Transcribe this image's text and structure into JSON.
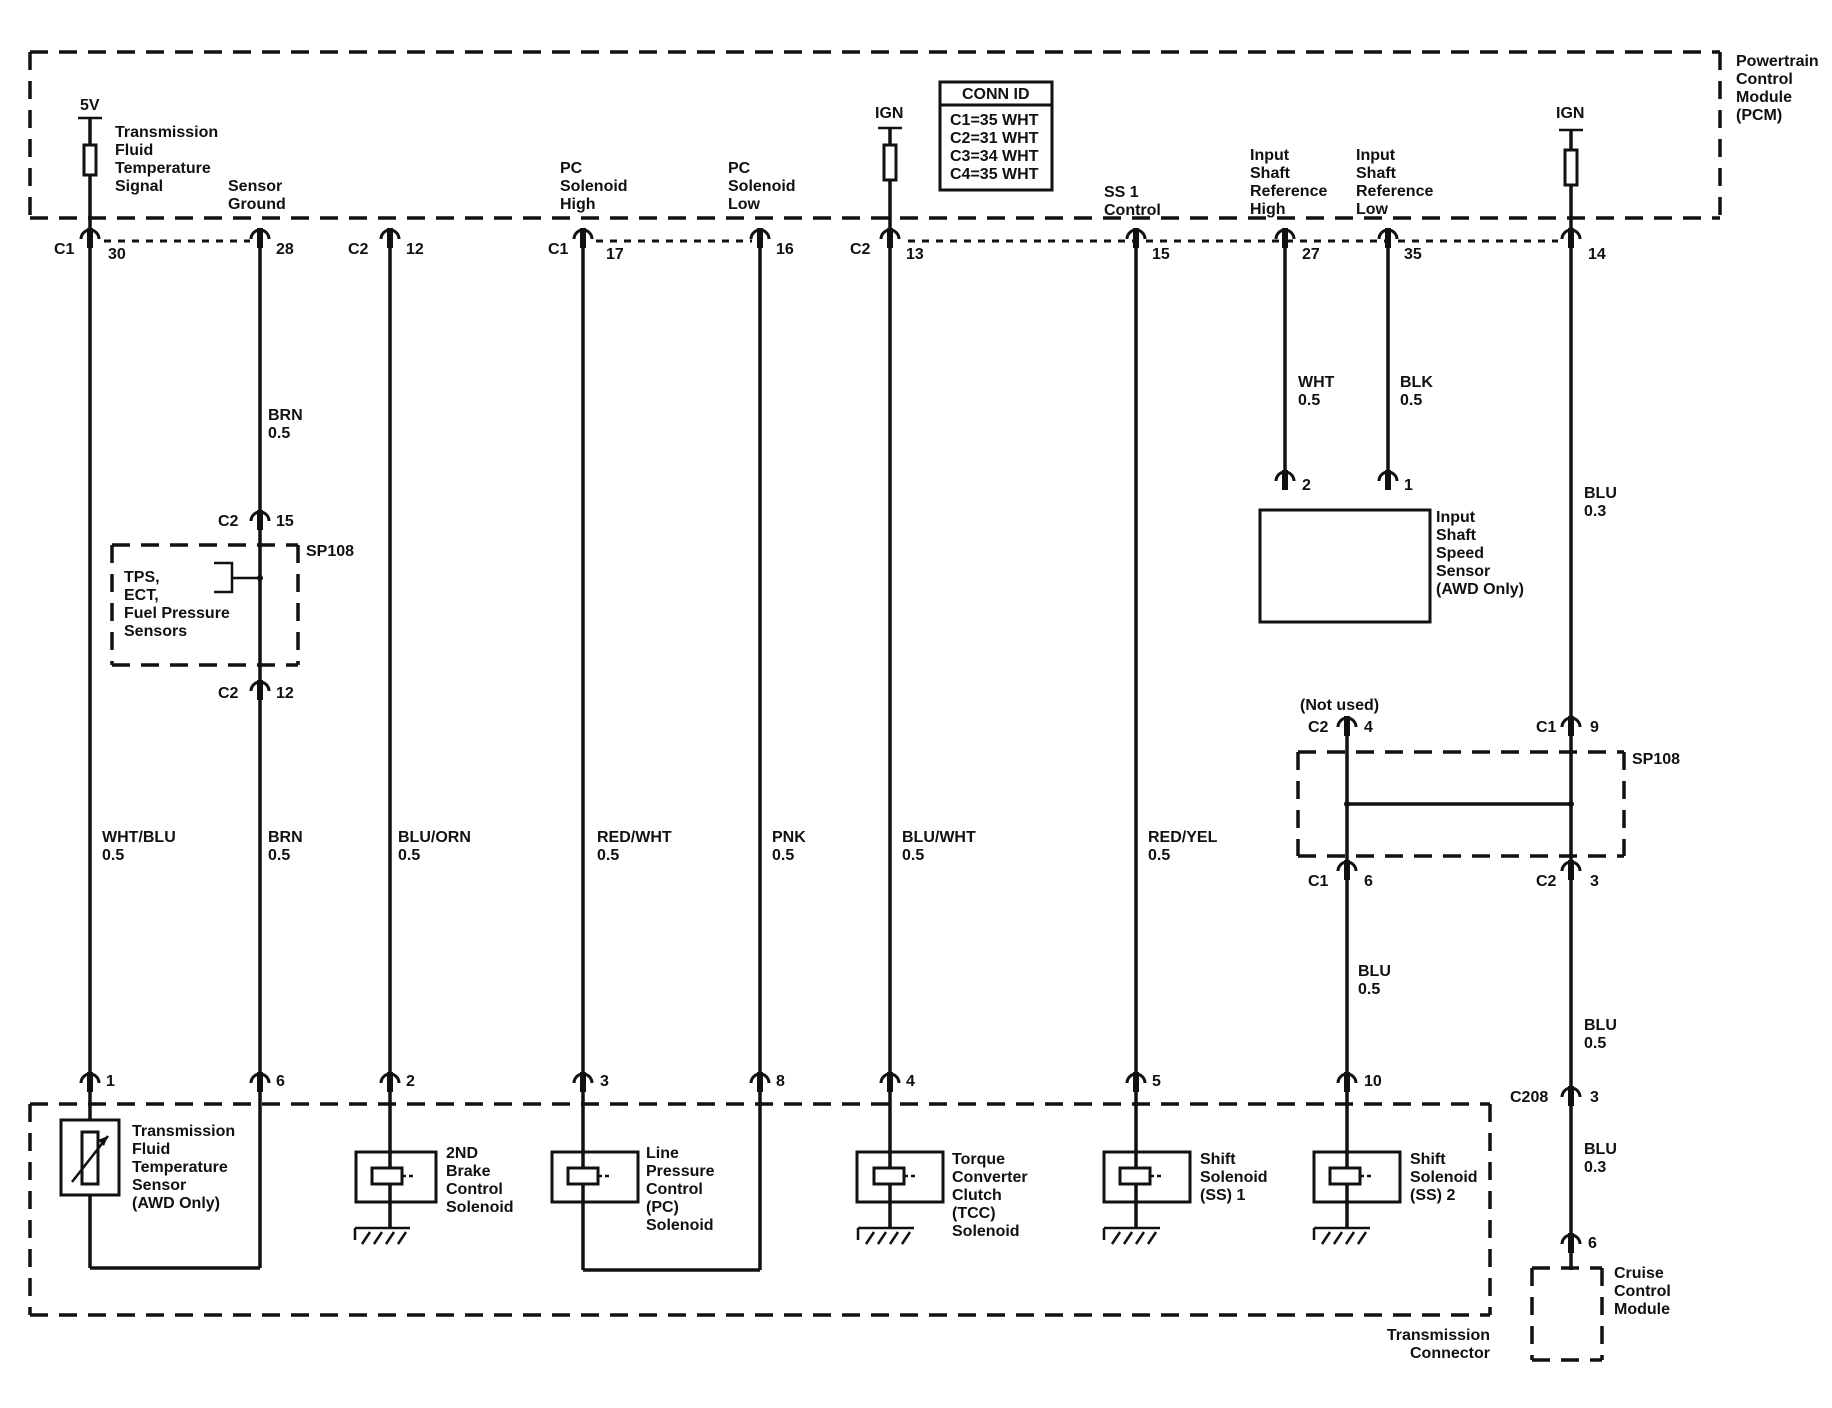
{
  "pcm_label": [
    "Powertrain",
    "Control",
    "Module",
    "(PCM)"
  ],
  "transmission_connector_label": [
    "Transmission",
    "Connector"
  ],
  "conn_id": {
    "title": "CONN ID",
    "rows": [
      "C1=35 WHT",
      "C2=31 WHT",
      "C3=34 WHT",
      "C4=35 WHT"
    ]
  },
  "supplies": {
    "fivev": "5V",
    "ign": "IGN"
  },
  "pcm_pin_labels": {
    "tft_signal": [
      "Transmission",
      "Fluid",
      "Temperature",
      "Signal"
    ],
    "sensor_ground": [
      "Sensor",
      "Ground"
    ],
    "pc_high": [
      "PC",
      "Solenoid",
      "High"
    ],
    "pc_low": [
      "PC",
      "Solenoid",
      "Low"
    ],
    "ss1_control": [
      "SS 1",
      "Control"
    ],
    "issr_high": [
      "Input",
      "Shaft",
      "Reference",
      "High"
    ],
    "issr_low": [
      "Input",
      "Shaft",
      "Reference",
      "Low"
    ]
  },
  "pcm_connectors": [
    {
      "conn": "C1",
      "pin": "30"
    },
    {
      "conn": "",
      "pin": "28"
    },
    {
      "conn": "C2",
      "pin": "12"
    },
    {
      "conn": "C1",
      "pin": "17"
    },
    {
      "conn": "",
      "pin": "16"
    },
    {
      "conn": "C2",
      "pin": "13"
    },
    {
      "conn": "",
      "pin": "15"
    },
    {
      "conn": "",
      "pin": "27"
    },
    {
      "conn": "",
      "pin": "35"
    },
    {
      "conn": "",
      "pin": "14"
    }
  ],
  "wire_labels": {
    "brn_upper": [
      "BRN",
      "0.5"
    ],
    "wht_blu": [
      "WHT/BLU",
      "0.5"
    ],
    "brn_lower": [
      "BRN",
      "0.5"
    ],
    "blu_orn": [
      "BLU/ORN",
      "0.5"
    ],
    "red_wht": [
      "RED/WHT",
      "0.5"
    ],
    "pnk": [
      "PNK",
      "0.5"
    ],
    "blu_wht": [
      "BLU/WHT",
      "0.5"
    ],
    "red_yel": [
      "RED/YEL",
      "0.5"
    ],
    "wht": [
      "WHT",
      "0.5"
    ],
    "blk": [
      "BLK",
      "0.5"
    ],
    "blu_right_upper": [
      "BLU",
      "0.3"
    ],
    "blu_ss2": [
      "BLU",
      "0.5"
    ],
    "blu_c208_upper": [
      "BLU",
      "0.5"
    ],
    "blu_c208_lower": [
      "BLU",
      "0.3"
    ]
  },
  "splice_left": {
    "name": "SP108",
    "top": {
      "conn": "C2",
      "pin": "15"
    },
    "bottom": {
      "conn": "C2",
      "pin": "12"
    },
    "inner_text": [
      "TPS,",
      "ECT,",
      "Fuel Pressure",
      "Sensors"
    ]
  },
  "splice_right": {
    "name": "SP108",
    "not_used": "(Not used)",
    "top_left": {
      "conn": "C2",
      "pin": "4"
    },
    "top_right": {
      "conn": "C1",
      "pin": "9"
    },
    "bottom_left": {
      "conn": "C1",
      "pin": "6"
    },
    "bottom_right": {
      "conn": "C2",
      "pin": "3"
    }
  },
  "issr": {
    "pins": [
      "2",
      "1"
    ],
    "label": [
      "Input",
      "Shaft",
      "Speed",
      "Sensor",
      "(AWD Only)"
    ]
  },
  "trans_pins": [
    "1",
    "6",
    "2",
    "3",
    "8",
    "4",
    "5",
    "10"
  ],
  "components": {
    "tft": [
      "Transmission",
      "Fluid",
      "Temperature",
      "Sensor",
      "(AWD Only)"
    ],
    "brake": [
      "2ND",
      "Brake",
      "Control",
      "Solenoid"
    ],
    "pc": [
      "Line",
      "Pressure",
      "Control",
      "(PC)",
      "Solenoid"
    ],
    "tcc": [
      "Torque",
      "Converter",
      "Clutch",
      "(TCC)",
      "Solenoid"
    ],
    "ss1": [
      "Shift",
      "Solenoid",
      "(SS) 1"
    ],
    "ss2": [
      "Shift",
      "Solenoid",
      "(SS) 2"
    ]
  },
  "c208": {
    "conn": "C208",
    "pin": "3"
  },
  "cruise": {
    "pin": "6",
    "label": [
      "Cruise",
      "Control",
      "Module"
    ]
  }
}
